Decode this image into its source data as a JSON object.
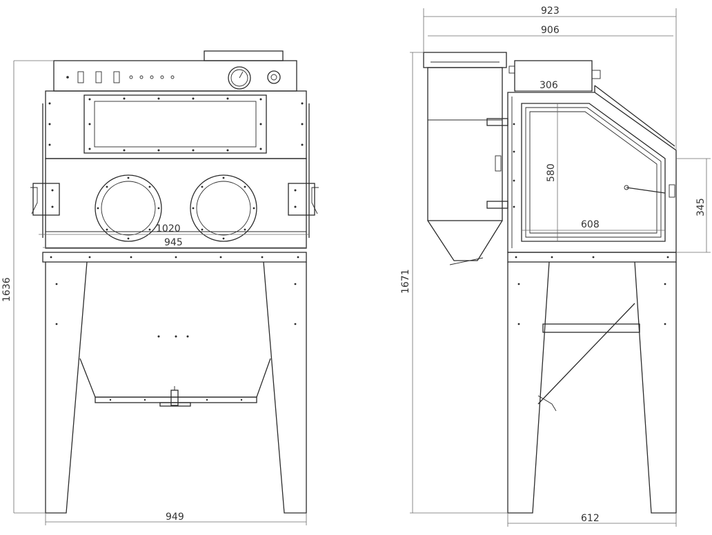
{
  "dimensions": {
    "front_panel_width": "1020",
    "front_body_width": "945",
    "front_base_width": "949",
    "front_total_height": "1636",
    "side_total_width": "923",
    "side_body_width": "906",
    "side_top_depth": "306",
    "side_window_height": "580",
    "side_window_width": "608",
    "side_door_height": "345",
    "side_total_height": "1671",
    "side_base_depth": "612"
  }
}
